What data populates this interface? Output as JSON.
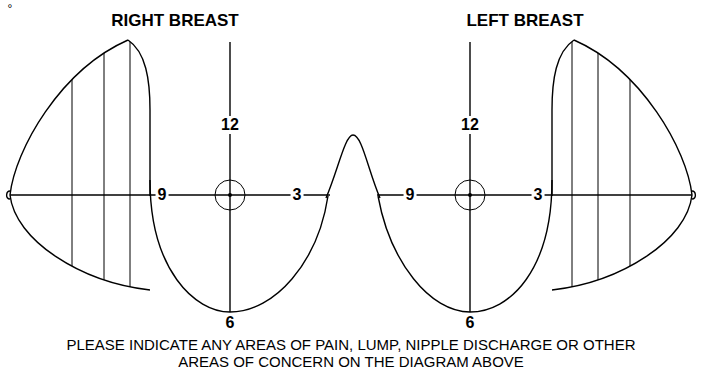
{
  "diagram": {
    "caption": "PLEASE INDICATE ANY AREAS OF PAIN, LUMP, NIPPLE DISCHARGE OR OTHER AREAS OF CONCERN ON THE DIAGRAM ABOVE",
    "labels": [
      "°",
      "RIGHT BREAST",
      "LEFT BREAST",
      "12",
      "9",
      "3",
      "6",
      "12",
      "9",
      "3",
      "6"
    ]
  }
}
